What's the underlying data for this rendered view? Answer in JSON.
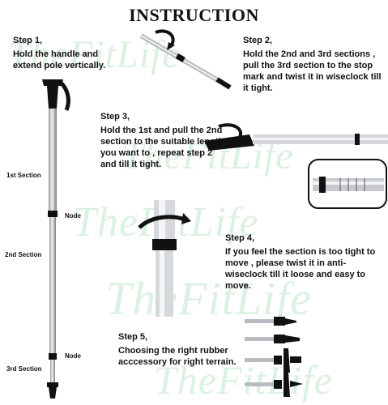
{
  "title": "INSTRUCTION",
  "watermark": "TheFitLife",
  "steps": [
    {
      "title": "Step 1,",
      "text": "Hold the handle and extend pole vertically."
    },
    {
      "title": "Step 2,",
      "text": "Hold the 2nd and 3rd sections , pull the 3rd section to the stop mark and twist it in wiseclock till it tight."
    },
    {
      "title": "Step 3,",
      "text": "Hold the 1st and pull the 2nd section to the suitable length you want to , repeat step 2 and till it tight."
    },
    {
      "title": "Step 4,",
      "text": "If you feel the section is too tight to move , please twist it in anti-wiseclock till it loose and easy to move."
    },
    {
      "title": "Step 5,",
      "text": "Choosing the right rubber acccessory for right terrain."
    }
  ],
  "labels": {
    "section1": "1st Section",
    "section2": "2nd Section",
    "section3": "3rd Section",
    "node1": "Node",
    "node2": "Node"
  },
  "colors": {
    "pole_silver": "#c9ccd0",
    "grip_black": "#111111",
    "watermark_green": "#bfe6c9"
  }
}
